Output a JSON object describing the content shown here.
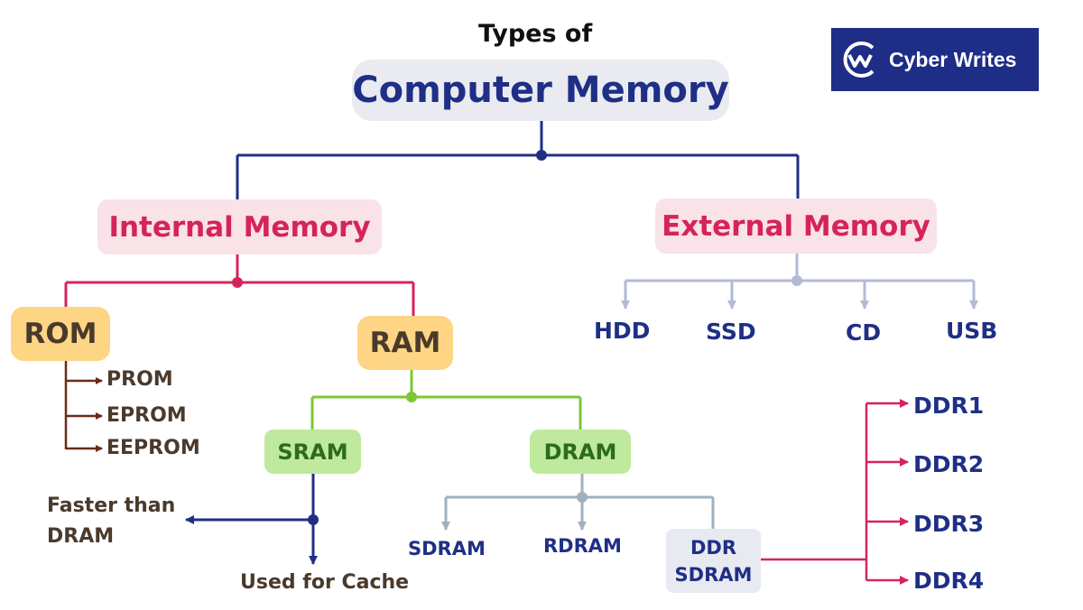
{
  "header": {
    "title_line1": "Types of",
    "title_line2": "Computer Memory"
  },
  "logo": {
    "text": "Cyber Writes",
    "icon": "cyber-writes-logo-icon",
    "background": "#1e2d86"
  },
  "internal": {
    "label": "Internal Memory",
    "rom": {
      "label": "ROM",
      "children": [
        "PROM",
        "EPROM",
        "EEPROM"
      ]
    },
    "ram": {
      "label": "RAM",
      "sram": {
        "label": "SRAM",
        "note_faster_line1": "Faster than",
        "note_faster_line2": "DRAM",
        "note_cache": "Used for Cache"
      },
      "dram": {
        "label": "DRAM",
        "children": [
          "SDRAM",
          "RDRAM"
        ],
        "ddr_sdram_line1": "DDR",
        "ddr_sdram_line2": "SDRAM",
        "ddr_children": [
          "DDR1",
          "DDR2",
          "DDR3",
          "DDR4"
        ]
      }
    }
  },
  "external": {
    "label": "External Memory",
    "children": [
      "HDD",
      "SSD",
      "CD",
      "USB"
    ]
  },
  "colors": {
    "navy": "#1f2f86",
    "pink": "#d5245a",
    "brown": "#6b2a17",
    "green": "#7dc832",
    "lavender": "#b3b9d6",
    "grayblue": "#9fb0c0"
  }
}
